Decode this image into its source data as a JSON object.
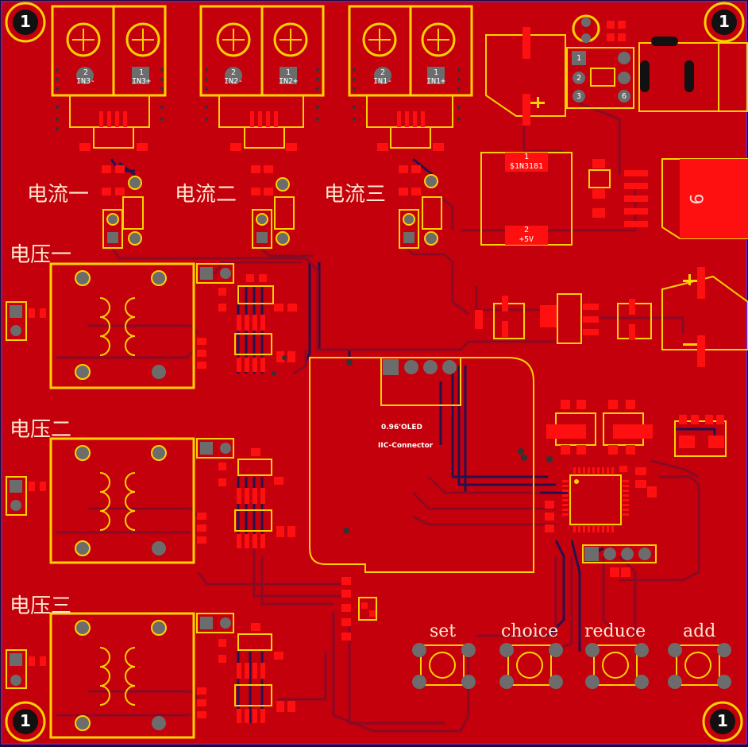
{
  "labels": {
    "current1": "电流一",
    "current2": "电流二",
    "current3": "电流三",
    "voltage1": "电压一",
    "voltage2": "电压二",
    "voltage3": "电压三"
  },
  "buttons": {
    "set": "set",
    "choice": "choice",
    "reduce": "reduce",
    "add": "add"
  },
  "terminals": {
    "t3_pin2": "2",
    "t3_name2": "IN3-",
    "t3_pin1": "1",
    "t3_name1": "IN3+",
    "t2_pin2": "2",
    "t2_name2": "IN2-",
    "t2_pin1": "1",
    "t2_name1": "IN2+",
    "t1_pin2": "2",
    "t1_name2": "IN1-",
    "t1_pin1": "1",
    "t1_name1": "IN1+"
  },
  "diode": {
    "pin": "1",
    "name": "$1N3181"
  },
  "supply": {
    "pin": "2",
    "name": "+5V"
  },
  "oled": {
    "line1": "0.96'OLED",
    "line2": "IIC-Connector"
  },
  "header": {
    "p1": "1",
    "p2": "2",
    "p3": "3",
    "p6": "6"
  },
  "regulator": {
    "mark": "6"
  },
  "mount_hole": "1",
  "colors": {
    "board": "#c4000c",
    "silk": "#ffd200",
    "pad": "#ff1010",
    "bottom_track": "#23124f"
  }
}
